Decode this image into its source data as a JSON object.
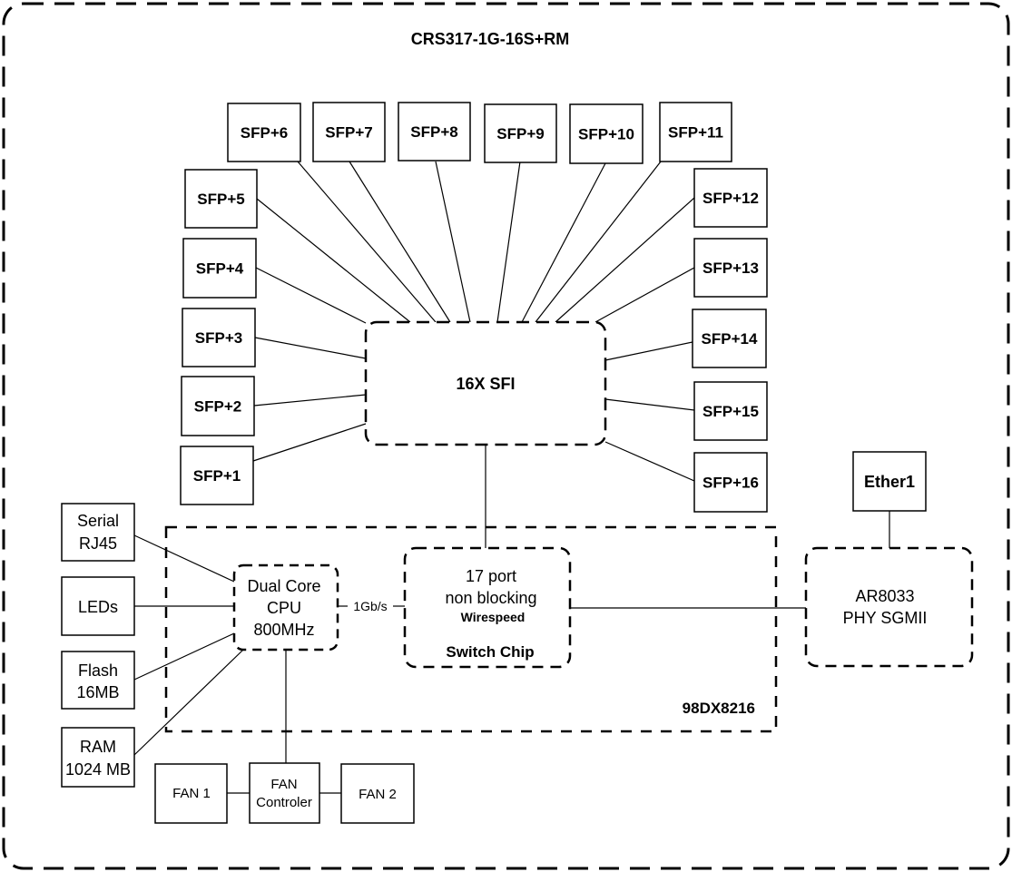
{
  "title": "CRS317-1G-16S+RM",
  "sfi": "16X SFI",
  "sfp_ports": [
    "SFP+1",
    "SFP+2",
    "SFP+3",
    "SFP+4",
    "SFP+5",
    "SFP+6",
    "SFP+7",
    "SFP+8",
    "SFP+9",
    "SFP+10",
    "SFP+11",
    "SFP+12",
    "SFP+13",
    "SFP+14",
    "SFP+15",
    "SFP+16"
  ],
  "ether": "Ether1",
  "phy": [
    "AR8033",
    "PHY SGMII"
  ],
  "switch_chip": {
    "line1": "17 port",
    "line2": "non blocking",
    "line3": "Wirespeed",
    "name": "Switch Chip"
  },
  "soc_label": "98DX8216",
  "cpu": [
    "Dual Core",
    "CPU",
    "800MHz"
  ],
  "cpu_link": "1Gb/s",
  "peripherals": {
    "serial": [
      "Serial",
      "RJ45"
    ],
    "leds": "LEDs",
    "flash": [
      "Flash",
      "16MB"
    ],
    "ram": [
      "RAM",
      "1024 MB"
    ]
  },
  "fans": {
    "fan1": "FAN 1",
    "controller": [
      "FAN",
      "Controler"
    ],
    "fan2": "FAN 2"
  }
}
